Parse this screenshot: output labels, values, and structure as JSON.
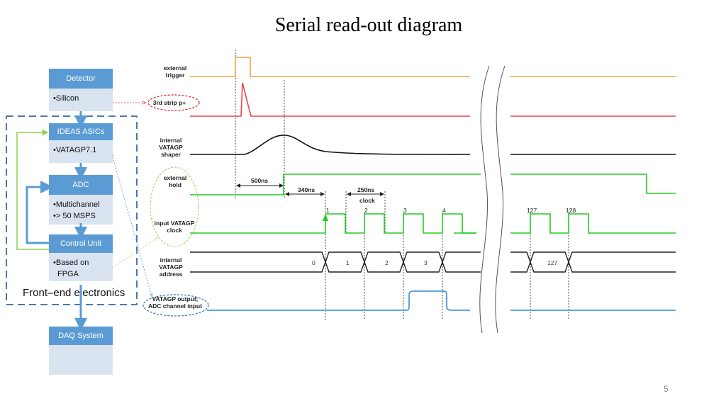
{
  "title": "Serial read-out diagram",
  "page_number": "5",
  "colors": {
    "block_header": "#5b9bd5",
    "block_body": "#dae3f0",
    "trigger": "#f4a340",
    "strip": "#ee4444",
    "shaper": "#111111",
    "hold_clock": "#22cc22",
    "output": "#4a9be0"
  },
  "block_diagram": {
    "blocks": [
      {
        "header": "Detector",
        "lines": [
          "•Silicon"
        ]
      },
      {
        "header": "IDEAS ASICs",
        "lines": [
          "•VATAGP7.1"
        ]
      },
      {
        "header": "ADC",
        "lines": [
          "•Multichannel",
          "•> 50 MSPS"
        ]
      },
      {
        "header": "Control Unit",
        "lines": [
          "•Based on",
          "FPGA"
        ]
      },
      {
        "header": "DAQ System",
        "lines": []
      }
    ],
    "group_label": "Front–end electronics"
  },
  "timing": {
    "signals": [
      {
        "label_1": "external",
        "label_2": "trigger"
      },
      {
        "label_1": "3rd strip p+",
        "label_2": ""
      },
      {
        "label_1": "internal VATAGP",
        "label_2": "shaper"
      },
      {
        "label_1": "external",
        "label_2": "hold"
      },
      {
        "label_1": "input VATAGP",
        "label_2": "clock"
      },
      {
        "label_1": "internal VATAGP",
        "label_2": "address"
      },
      {
        "label_1": "VATAGP output;",
        "label_2": "ADC channel input"
      }
    ],
    "intervals": {
      "trigger_to_hold": "500ns",
      "hold_to_clock": "340ns",
      "clock_period": "250ns",
      "clock_period_label": "clock"
    },
    "clock_ticks": [
      "1",
      "2",
      "3",
      "4",
      "127",
      "128"
    ],
    "addresses": [
      "0",
      "1",
      "2",
      "3",
      "127"
    ]
  }
}
